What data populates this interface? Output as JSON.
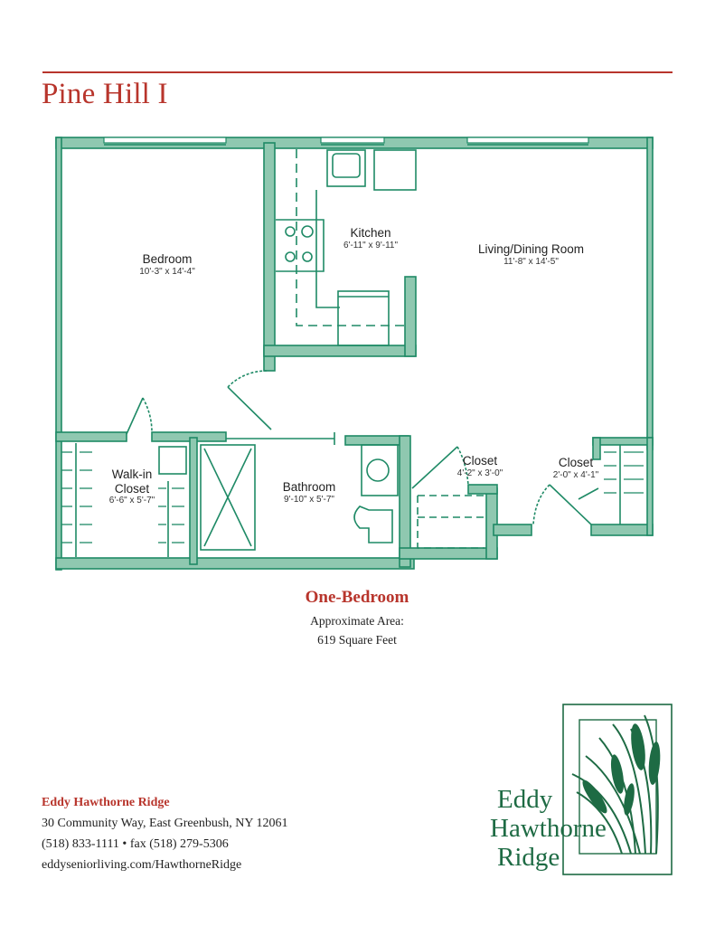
{
  "header": {
    "title": "Pine Hill I"
  },
  "colors": {
    "accent_red": "#b8352c",
    "wall_fill": "#8fc8b0",
    "wall_line": "#1f8a66",
    "logo_green": "#1e6b44"
  },
  "floorplan": {
    "rooms": [
      {
        "name": "Bedroom",
        "dimensions": "10'-3\" x 14'-4\""
      },
      {
        "name": "Kitchen",
        "dimensions": "6'-11\" x 9'-11\""
      },
      {
        "name": "Living/Dining Room",
        "dimensions": "11'-8\" x 14'-5\""
      },
      {
        "name": "Walk-in Closet",
        "name_line1": "Walk-in",
        "name_line2": "Closet",
        "dimensions": "6'-6\" x 5'-7\""
      },
      {
        "name": "Bathroom",
        "dimensions": "9'-10\" x 5'-7\""
      },
      {
        "name": "Closet",
        "dimensions": "4'-2\" x 3'-0\""
      },
      {
        "name": "Closet",
        "dimensions": "2'-0\" x 4'-1\""
      }
    ]
  },
  "summary": {
    "unit_type": "One-Bedroom",
    "area_label": "Approximate Area:",
    "area_value": "619 Square Feet"
  },
  "contact": {
    "organization": "Eddy Hawthorne Ridge",
    "address": "30 Community Way, East Greenbush, NY 12061",
    "phone_fax": "(518) 833-1111 • fax (518) 279-5306",
    "website": "eddyseniorliving.com/HawthorneRidge"
  },
  "logo": {
    "line1": "Eddy",
    "line2": "Hawthorne",
    "line3": "Ridge",
    "icon": "cattail-reeds-icon"
  }
}
